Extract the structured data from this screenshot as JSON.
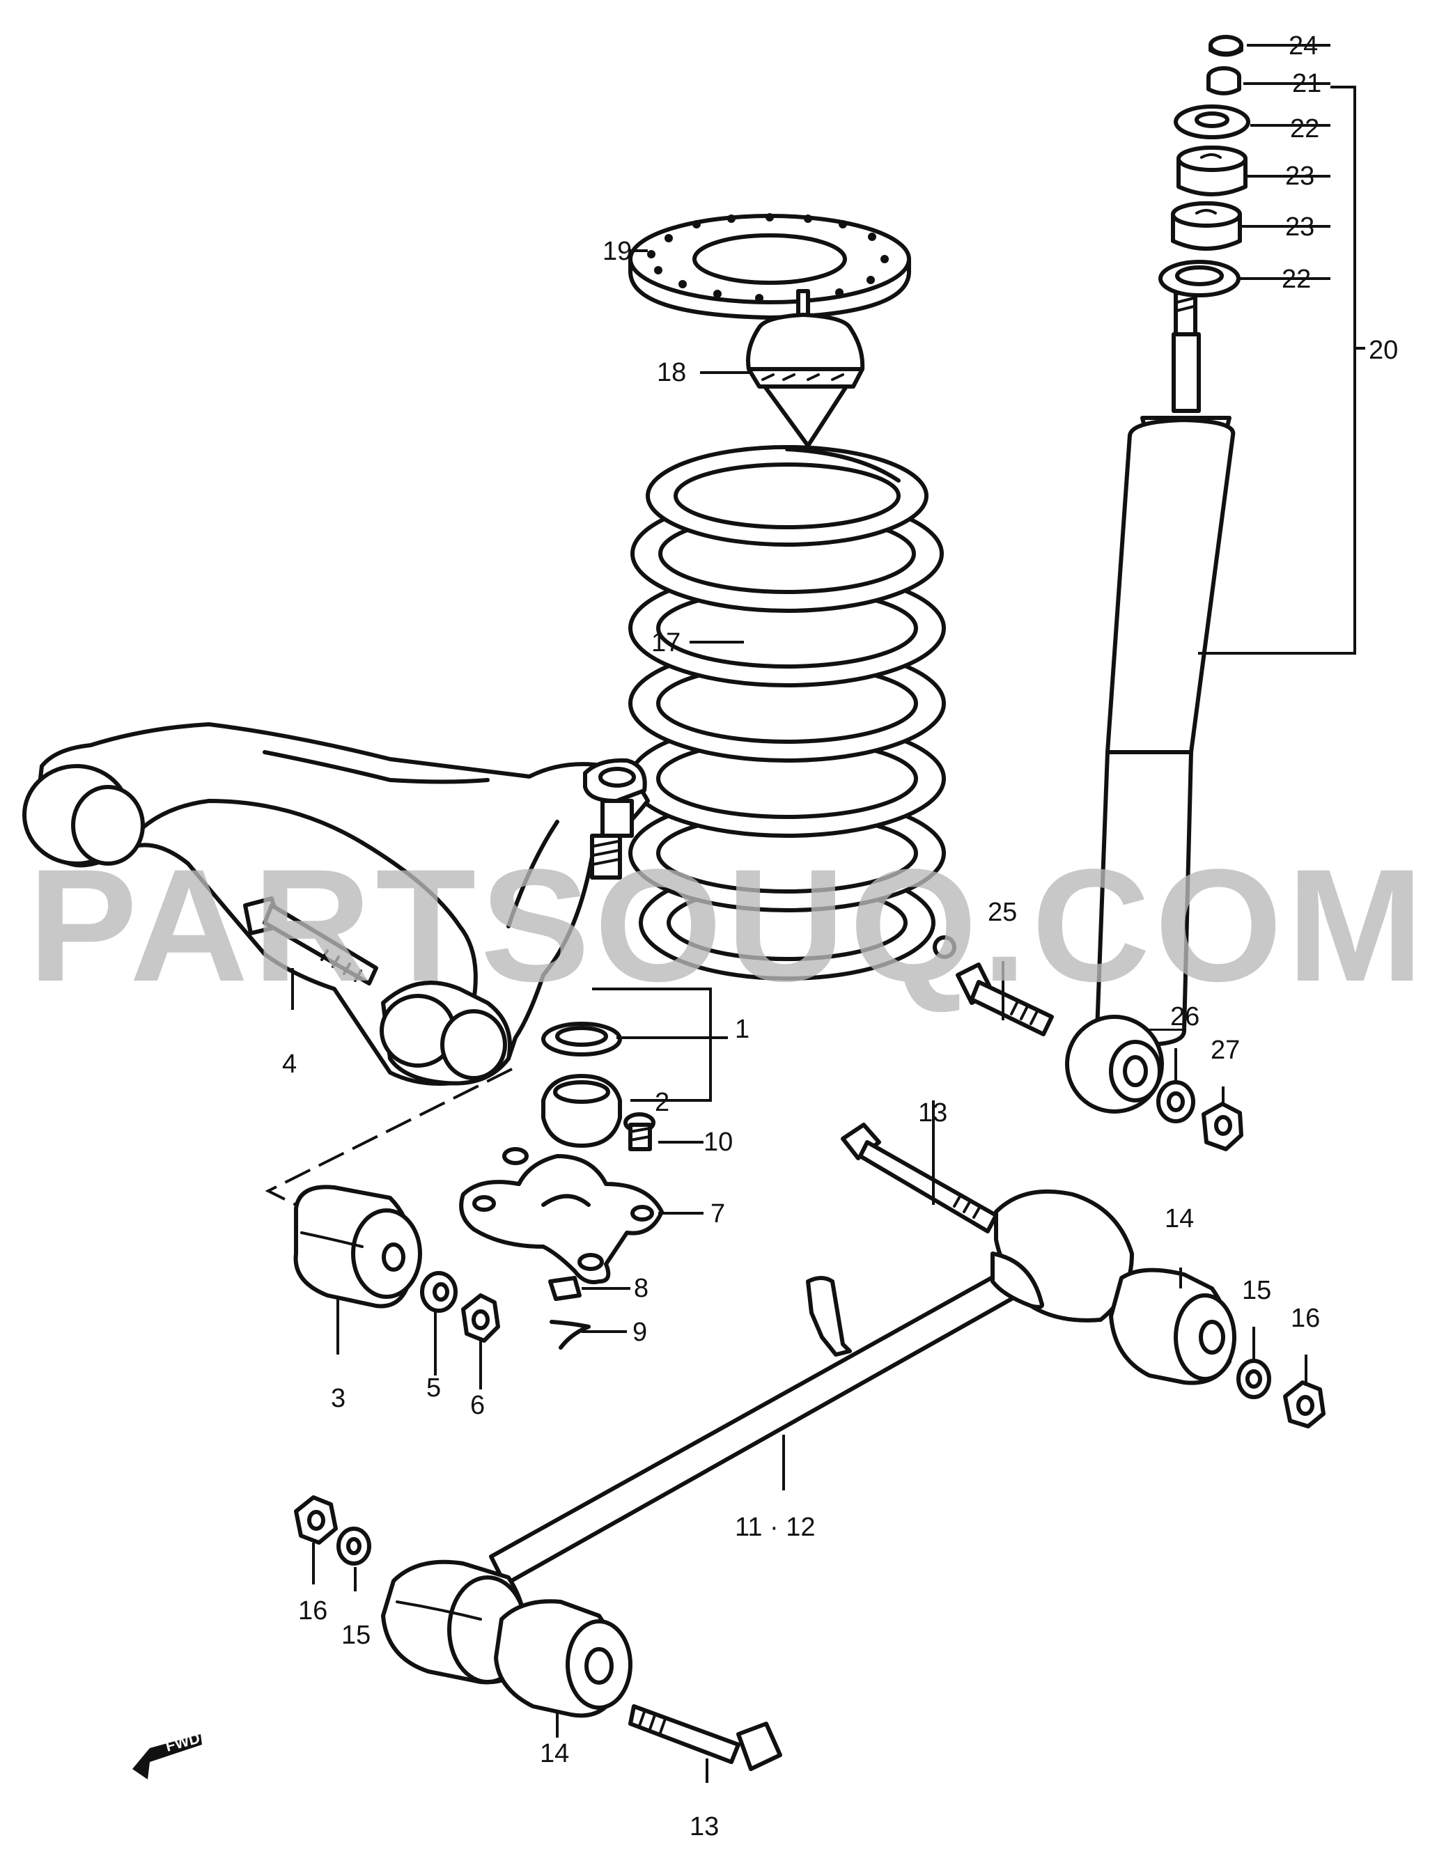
{
  "watermark": "PARTSOUQ.COM",
  "fwd_label": "FWD",
  "labels": {
    "l1": "1",
    "l2": "2",
    "l3": "3",
    "l4": "4",
    "l5": "5",
    "l6": "6",
    "l7": "7",
    "l8": "8",
    "l9": "9",
    "l10": "10",
    "l11_12": "11 · 12",
    "l13a": "13",
    "l13b": "13",
    "l14a": "14",
    "l14b": "14",
    "l15a": "15",
    "l15b": "15",
    "l16a": "16",
    "l16b": "16",
    "l17": "17",
    "l18": "18",
    "l19": "19",
    "l20": "20",
    "l21": "21",
    "l22a": "22",
    "l22b": "22",
    "l23a": "23",
    "l23b": "23",
    "l24": "24",
    "l25": "25",
    "l26": "26",
    "l27": "27"
  }
}
